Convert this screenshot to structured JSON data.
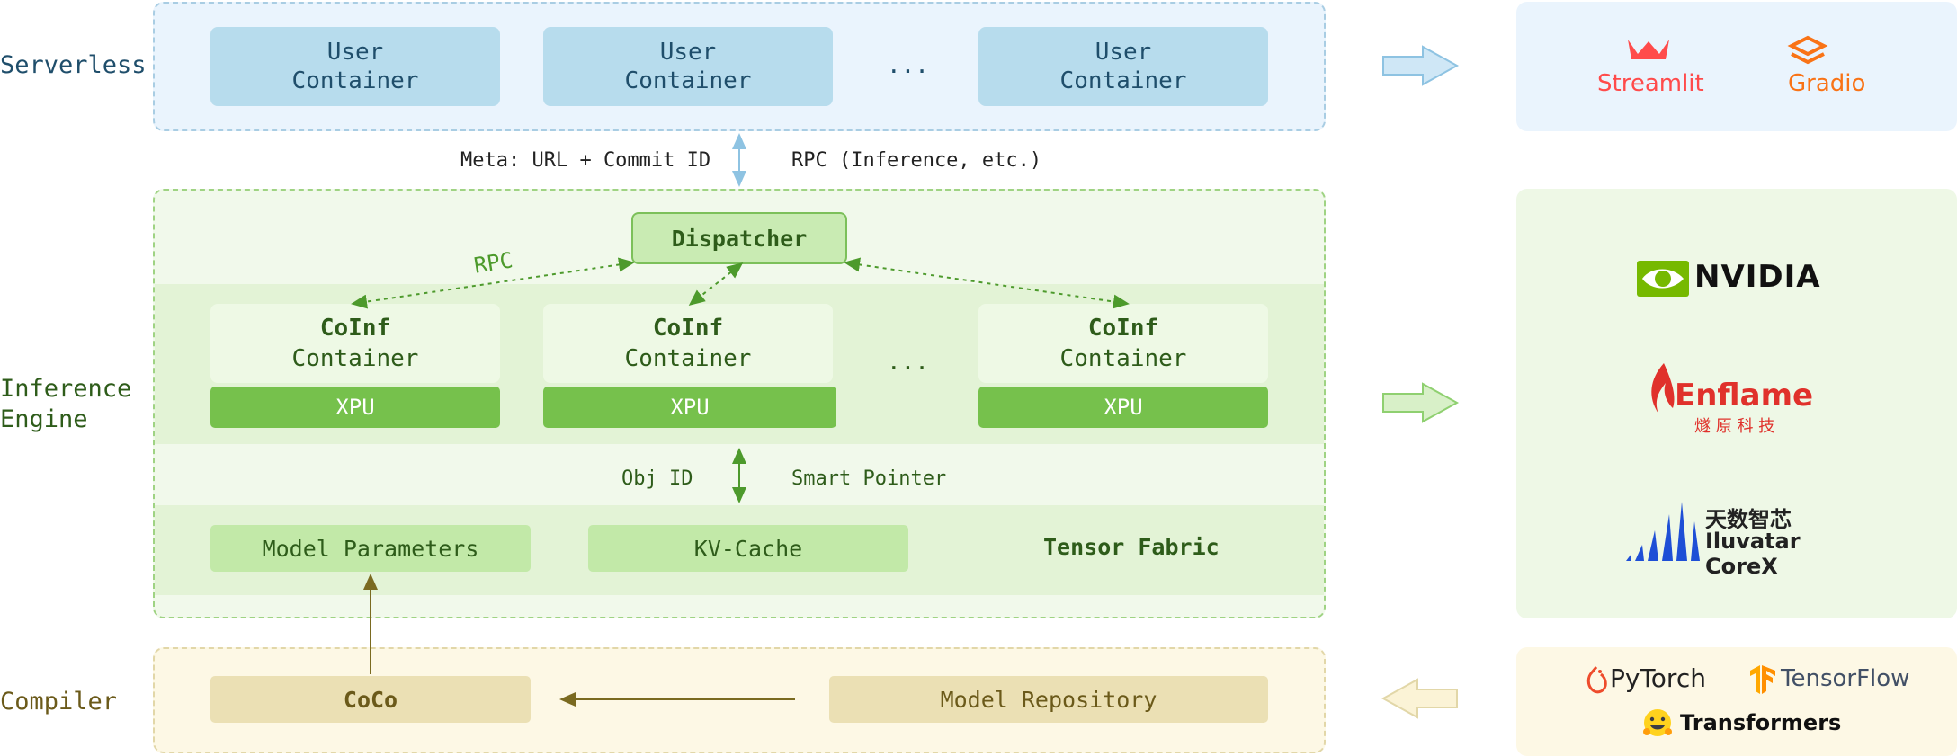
{
  "layers": {
    "serverless": "Serverless",
    "inference_line1": "Inference",
    "inference_line2": "Engine",
    "compiler": "Compiler"
  },
  "serverless": {
    "container_line1": "User",
    "container_line2": "Container",
    "ellipsis": "...",
    "meta_label": "Meta: URL + Commit ID",
    "rpc_label": "RPC (Inference, etc.)"
  },
  "inference": {
    "dispatcher": "Dispatcher",
    "rpc_tag": "RPC",
    "coinf_line1": "CoInf",
    "coinf_line2": "Container",
    "xpu": "XPU",
    "ellipsis": "...",
    "obj_id": "Obj ID",
    "smart_pointer": "Smart Pointer",
    "model_parameters": "Model Parameters",
    "kv_cache": "KV-Cache",
    "tensor_fabric": "Tensor Fabric"
  },
  "compiler": {
    "coco": "CoCo",
    "model_repository": "Model Repository"
  },
  "logos": {
    "streamlit": "Streamlit",
    "gradio": "Gradio",
    "nvidia": "NVIDIA",
    "enflame": "Enflame",
    "enflame_cn": "燧 原 科 技",
    "iluvatar_cn": "天数智芯",
    "iluvatar": "Iluvatar CoreX",
    "pytorch": "PyTorch",
    "tensorflow": "TensorFlow",
    "transformers": "Transformers"
  },
  "colors": {
    "serverless_bg": "#eaf4fd",
    "serverless_box": "#b7dced",
    "inference_bg": "#eef8e6",
    "inference_box": "#76c14c",
    "compiler_bg": "#fdf8e5",
    "compiler_box": "#ebe0b4",
    "nvidia_green": "#76b900",
    "streamlit_red": "#ff4b4b",
    "gradio_orange": "#f97316",
    "enflame_red": "#e0312b",
    "iluvatar_blue": "#1e4fd6",
    "pytorch_orange": "#ee4c2c",
    "tensorflow_orange": "#ff8f00"
  }
}
